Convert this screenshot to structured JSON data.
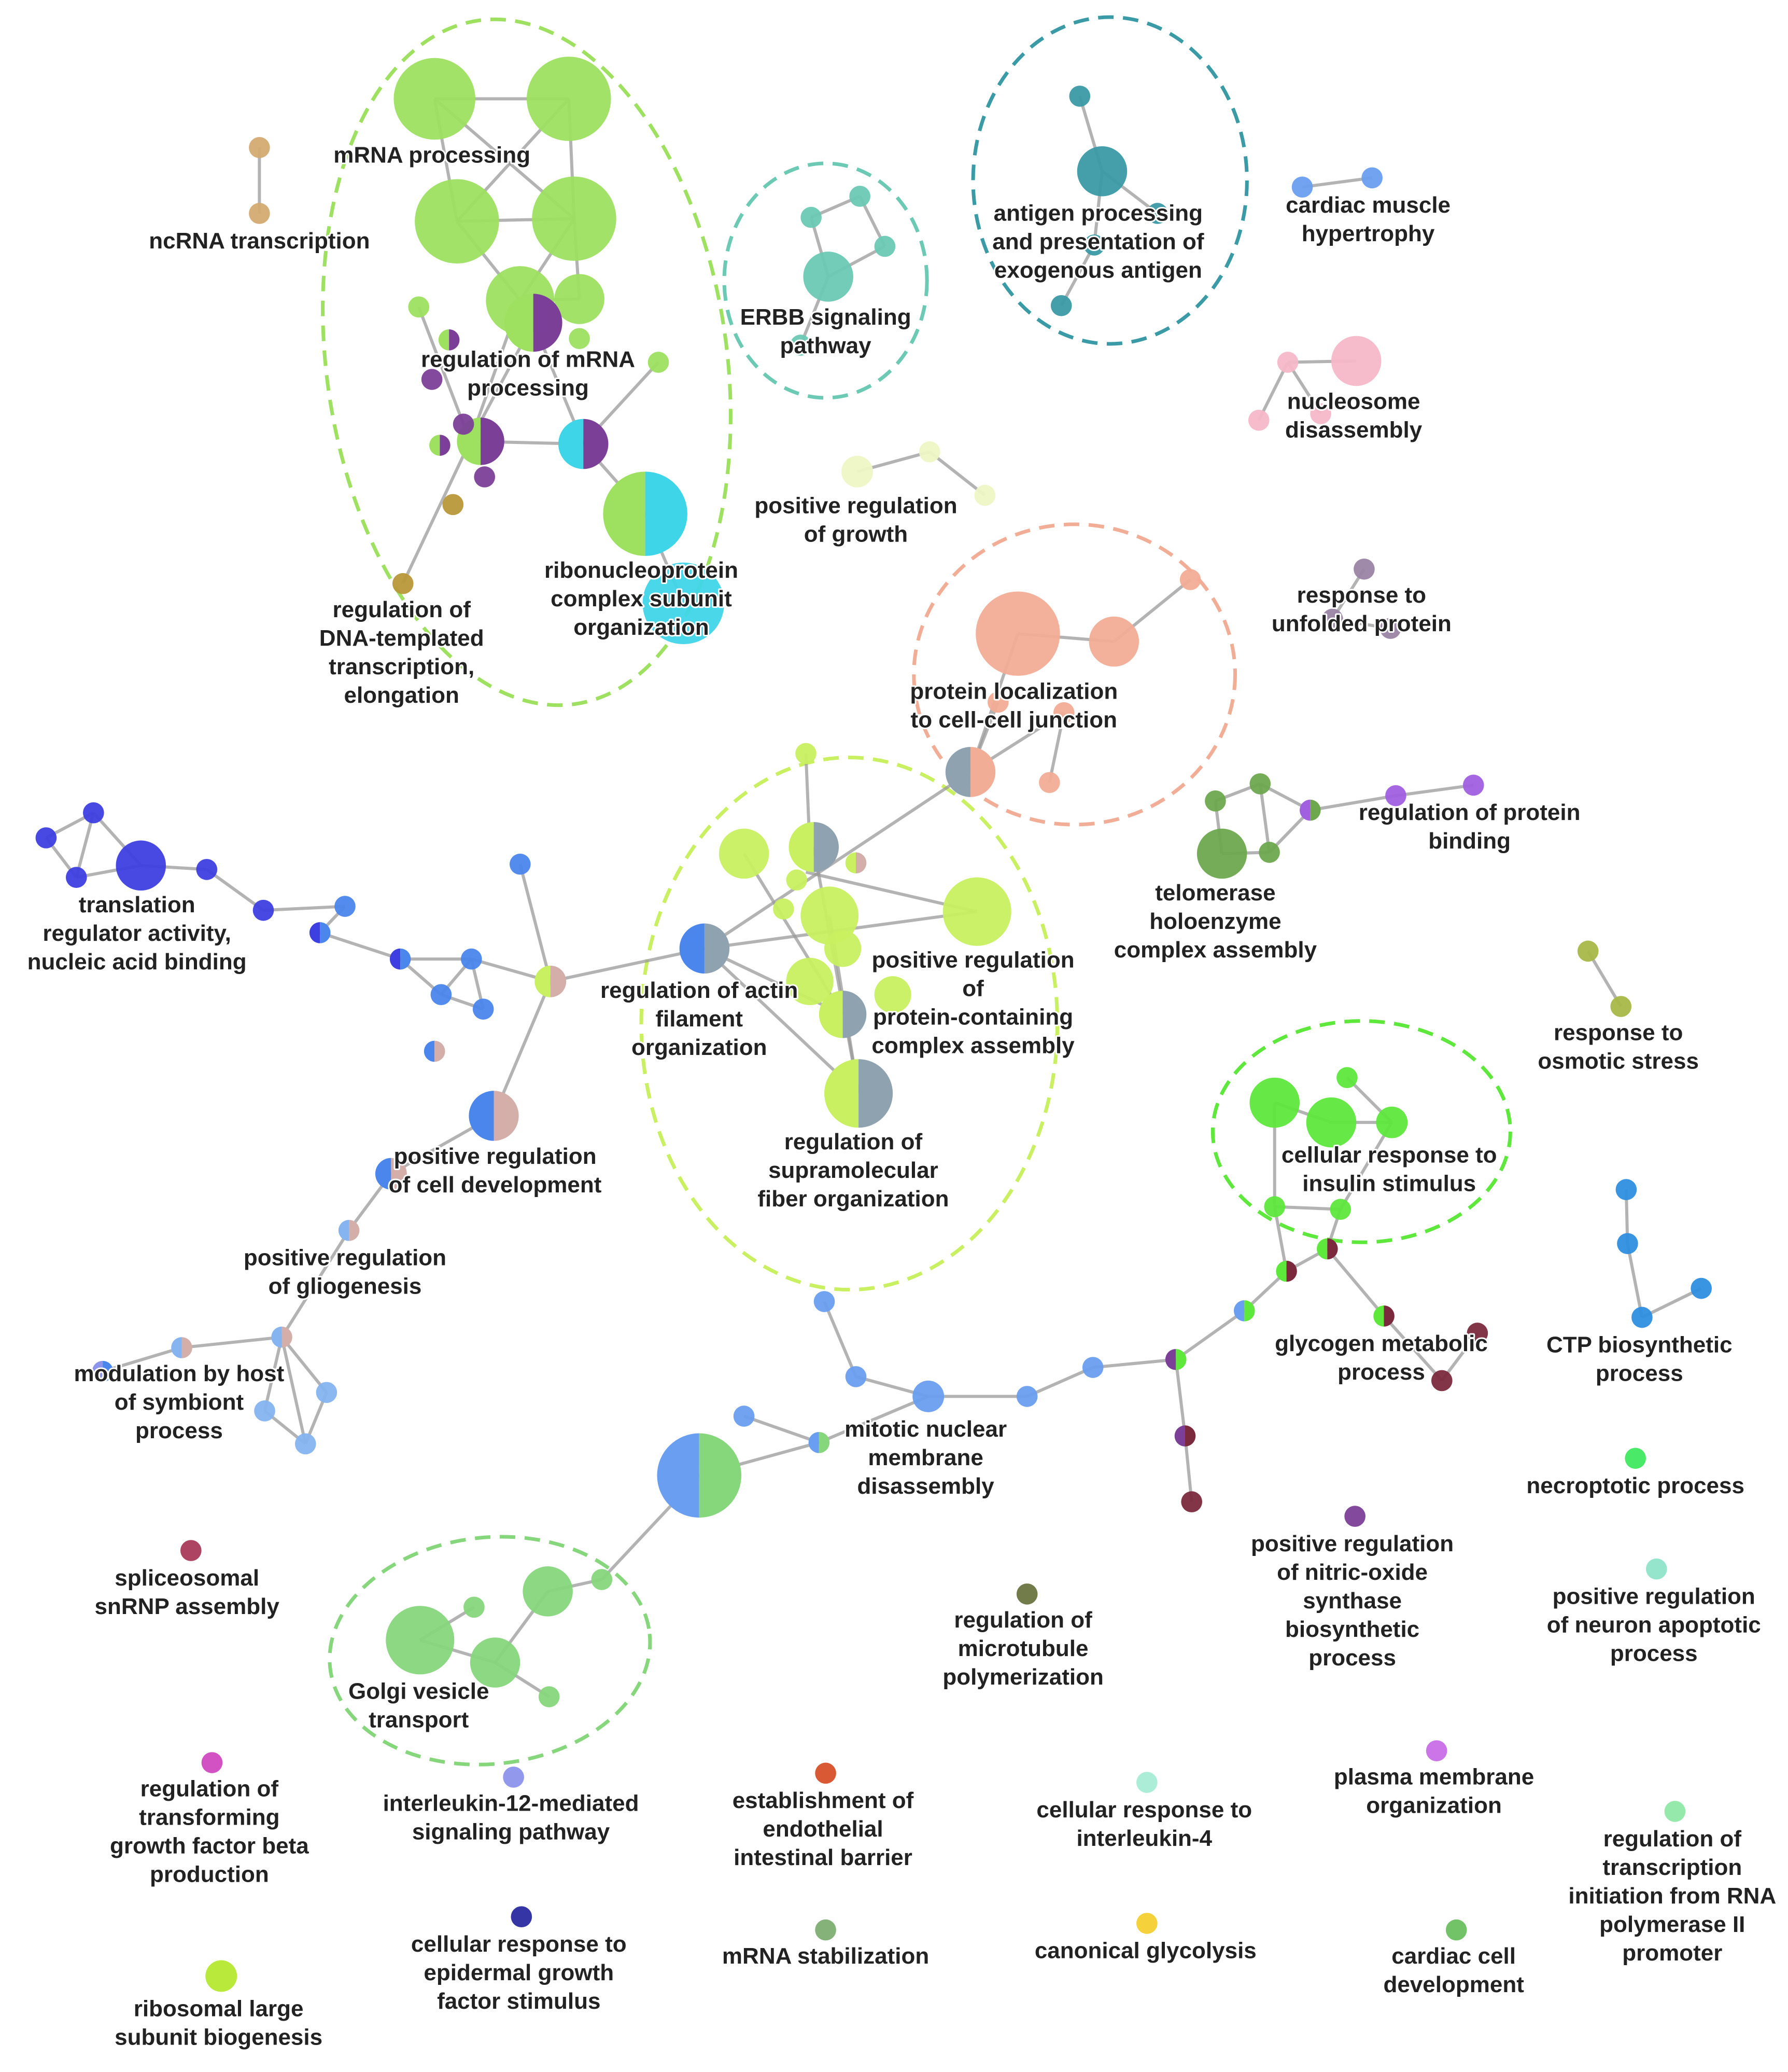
{
  "labels": {
    "mrna_processing": [
      "mRNA processing"
    ],
    "ncrna_transcription": [
      "ncRNA transcription"
    ],
    "regulation_mrna_processing": [
      "regulation of mRNA",
      "processing"
    ],
    "ribonucleoprotein": [
      "ribonucleoprotein",
      "complex subunit",
      "organization"
    ],
    "dna_templated": [
      "regulation of",
      "DNA-templated",
      "transcription,",
      "elongation"
    ],
    "erbb": [
      "ERBB signaling",
      "pathway"
    ],
    "antigen": [
      "antigen processing",
      "and presentation of",
      "exogenous antigen"
    ],
    "cardiac_muscle": [
      "cardiac muscle",
      "hypertrophy"
    ],
    "nucleosome": [
      "nucleosome",
      "disassembly"
    ],
    "pos_reg_growth": [
      "positive regulation",
      "of growth"
    ],
    "unfolded_protein": [
      "response to",
      "unfolded protein"
    ],
    "protein_localization": [
      "protein localization",
      "to cell-cell junction"
    ],
    "translation_regulator": [
      "translation",
      "regulator activity,",
      "nucleic acid binding"
    ],
    "reg_protein_binding": [
      "regulation of protein",
      "binding"
    ],
    "telomerase": [
      "telomerase",
      "holoenzyme",
      "complex assembly"
    ],
    "reg_actin": [
      "regulation of actin",
      "filament",
      "organization"
    ],
    "pos_reg_protein_complex": [
      "positive regulation",
      "of",
      "protein-containing",
      "complex assembly"
    ],
    "osmotic": [
      "response to",
      "osmotic stress"
    ],
    "pos_reg_cell_dev": [
      "positive regulation",
      "of cell development"
    ],
    "supramolecular": [
      "regulation of",
      "supramolecular",
      "fiber organization"
    ],
    "insulin": [
      "cellular response to",
      "insulin stimulus"
    ],
    "gliogenesis": [
      "positive regulation",
      "of gliogenesis"
    ],
    "glycogen": [
      "glycogen metabolic",
      "process"
    ],
    "ctp": [
      "CTP biosynthetic",
      "process"
    ],
    "modulation_host": [
      "modulation by host",
      "of symbiont",
      "process"
    ],
    "mitotic": [
      "mitotic nuclear",
      "membrane",
      "disassembly"
    ],
    "necroptotic": [
      "necroptotic process"
    ],
    "nitric_oxide": [
      "positive regulation",
      "of nitric-oxide",
      "synthase",
      "biosynthetic",
      "process"
    ],
    "spliceosomal": [
      "spliceosomal",
      "snRNP assembly"
    ],
    "microtubule": [
      "regulation of",
      "microtubule",
      "polymerization"
    ],
    "neuron_apoptotic": [
      "positive regulation",
      "of neuron apoptotic",
      "process"
    ],
    "golgi": [
      "Golgi vesicle",
      "transport"
    ],
    "tgf_beta": [
      "regulation of",
      "transforming",
      "growth factor beta",
      "production"
    ],
    "il12": [
      "interleukin-12-mediated",
      "signaling pathway"
    ],
    "endothelial": [
      "establishment of",
      "endothelial",
      "intestinal barrier"
    ],
    "il4": [
      "cellular response to",
      "interleukin-4"
    ],
    "plasma_membrane": [
      "plasma membrane",
      "organization"
    ],
    "rna_pol2": [
      "regulation of",
      "transcription",
      "initiation from RNA",
      "polymerase II",
      "promoter"
    ],
    "egf": [
      "cellular response to",
      "epidermal growth",
      "factor stimulus"
    ],
    "mrna_stabilization": [
      "mRNA stabilization"
    ],
    "glycolysis": [
      "canonical glycolysis"
    ],
    "cardiac_cell": [
      "cardiac cell",
      "development"
    ],
    "ribosomal_large": [
      "ribosomal large",
      "subunit biogenesis"
    ]
  },
  "colors": {
    "green": "#9ee060",
    "purple": "#7b3f98",
    "cyan": "#3fd5e8",
    "tan": "#d4aa70",
    "olive": "#b8983a",
    "teal_light": "#6cc9b4",
    "teal_dark": "#3a9aa6",
    "blue_light": "#6a9ef0",
    "pink": "#f5b8c8",
    "cream": "#eef5c4",
    "mauve": "#9a84a4",
    "salmon": "#f2ad96",
    "slate": "#8ea2b0",
    "royal_blue": "#3d3fe0",
    "mid_blue": "#4a86ec",
    "dusty_pink": "#d4aea8",
    "forest": "#6ea84e",
    "violet": "#a060e0",
    "lime": "#c8f060",
    "olive_light": "#a8b848",
    "bright_green": "#5ee83c",
    "maroon": "#7a2a3c",
    "periwinkle": "#86b4f0",
    "sky_blue": "#2e8ee0",
    "neon_green": "#40e860",
    "wine": "#a83a5a",
    "dark_olive": "#6a7440",
    "aqua": "#8ee4c8",
    "mid_green": "#86d67c",
    "magenta": "#d048c0",
    "lavender": "#8c94ec",
    "vermilion": "#d8502a",
    "mint": "#a6ecd4",
    "orchid": "#c86ee8",
    "sea_green": "#8ee8a6",
    "navy": "#2a2aa0",
    "sage": "#7eae72",
    "gold": "#f4d030",
    "leaf": "#6ac060",
    "chartreuse": "#b4e830"
  }
}
